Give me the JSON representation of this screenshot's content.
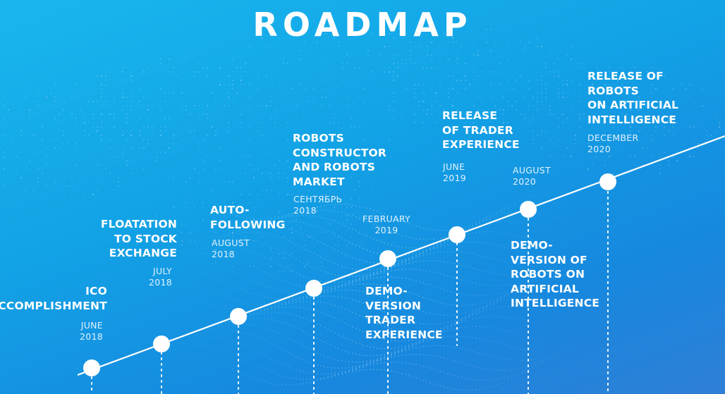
{
  "title": "ROADMAP",
  "colors": {
    "background_top": "#19b6ee",
    "background_bottom": "#2f7fd6",
    "line": "#ffffff",
    "milestone_dot": "#ffffff",
    "date_text": "#e1f2fc"
  },
  "milestones": [
    {
      "label": "ICO\nACCOMPLISHMENT",
      "date": "JUNE\n2018"
    },
    {
      "label": "FLOATATION\nTO STOCK\nEXCHANGE",
      "date": "JULY\n2018"
    },
    {
      "label": "AUTO-\nFOLLOWING",
      "date": "AUGUST\n2018"
    },
    {
      "label": "ROBOTS\nCONSTRUCTOR\nAND ROBOTS\nMARKET",
      "date": "СЕНТЯБРЬ\n2018"
    },
    {
      "label": "DEMO-\nVERSION\nTRADER\nEXPERIENCE",
      "date": "FEBRUARY\n2019"
    },
    {
      "label": "RELEASE\nOF TRADER\nEXPERIENCE",
      "date": "JUNE\n2019"
    },
    {
      "label": "DEMO-\nVERSION OF\nROBOTS ON\nARTIFICIAL\nINTELLIGENCE",
      "date": "AUGUST\n2020"
    },
    {
      "label": "RELEASE OF\nROBOTS\nON ARTIFICIAL\nINTELLIGENCE",
      "date": "DECEMBER\n2020"
    }
  ]
}
